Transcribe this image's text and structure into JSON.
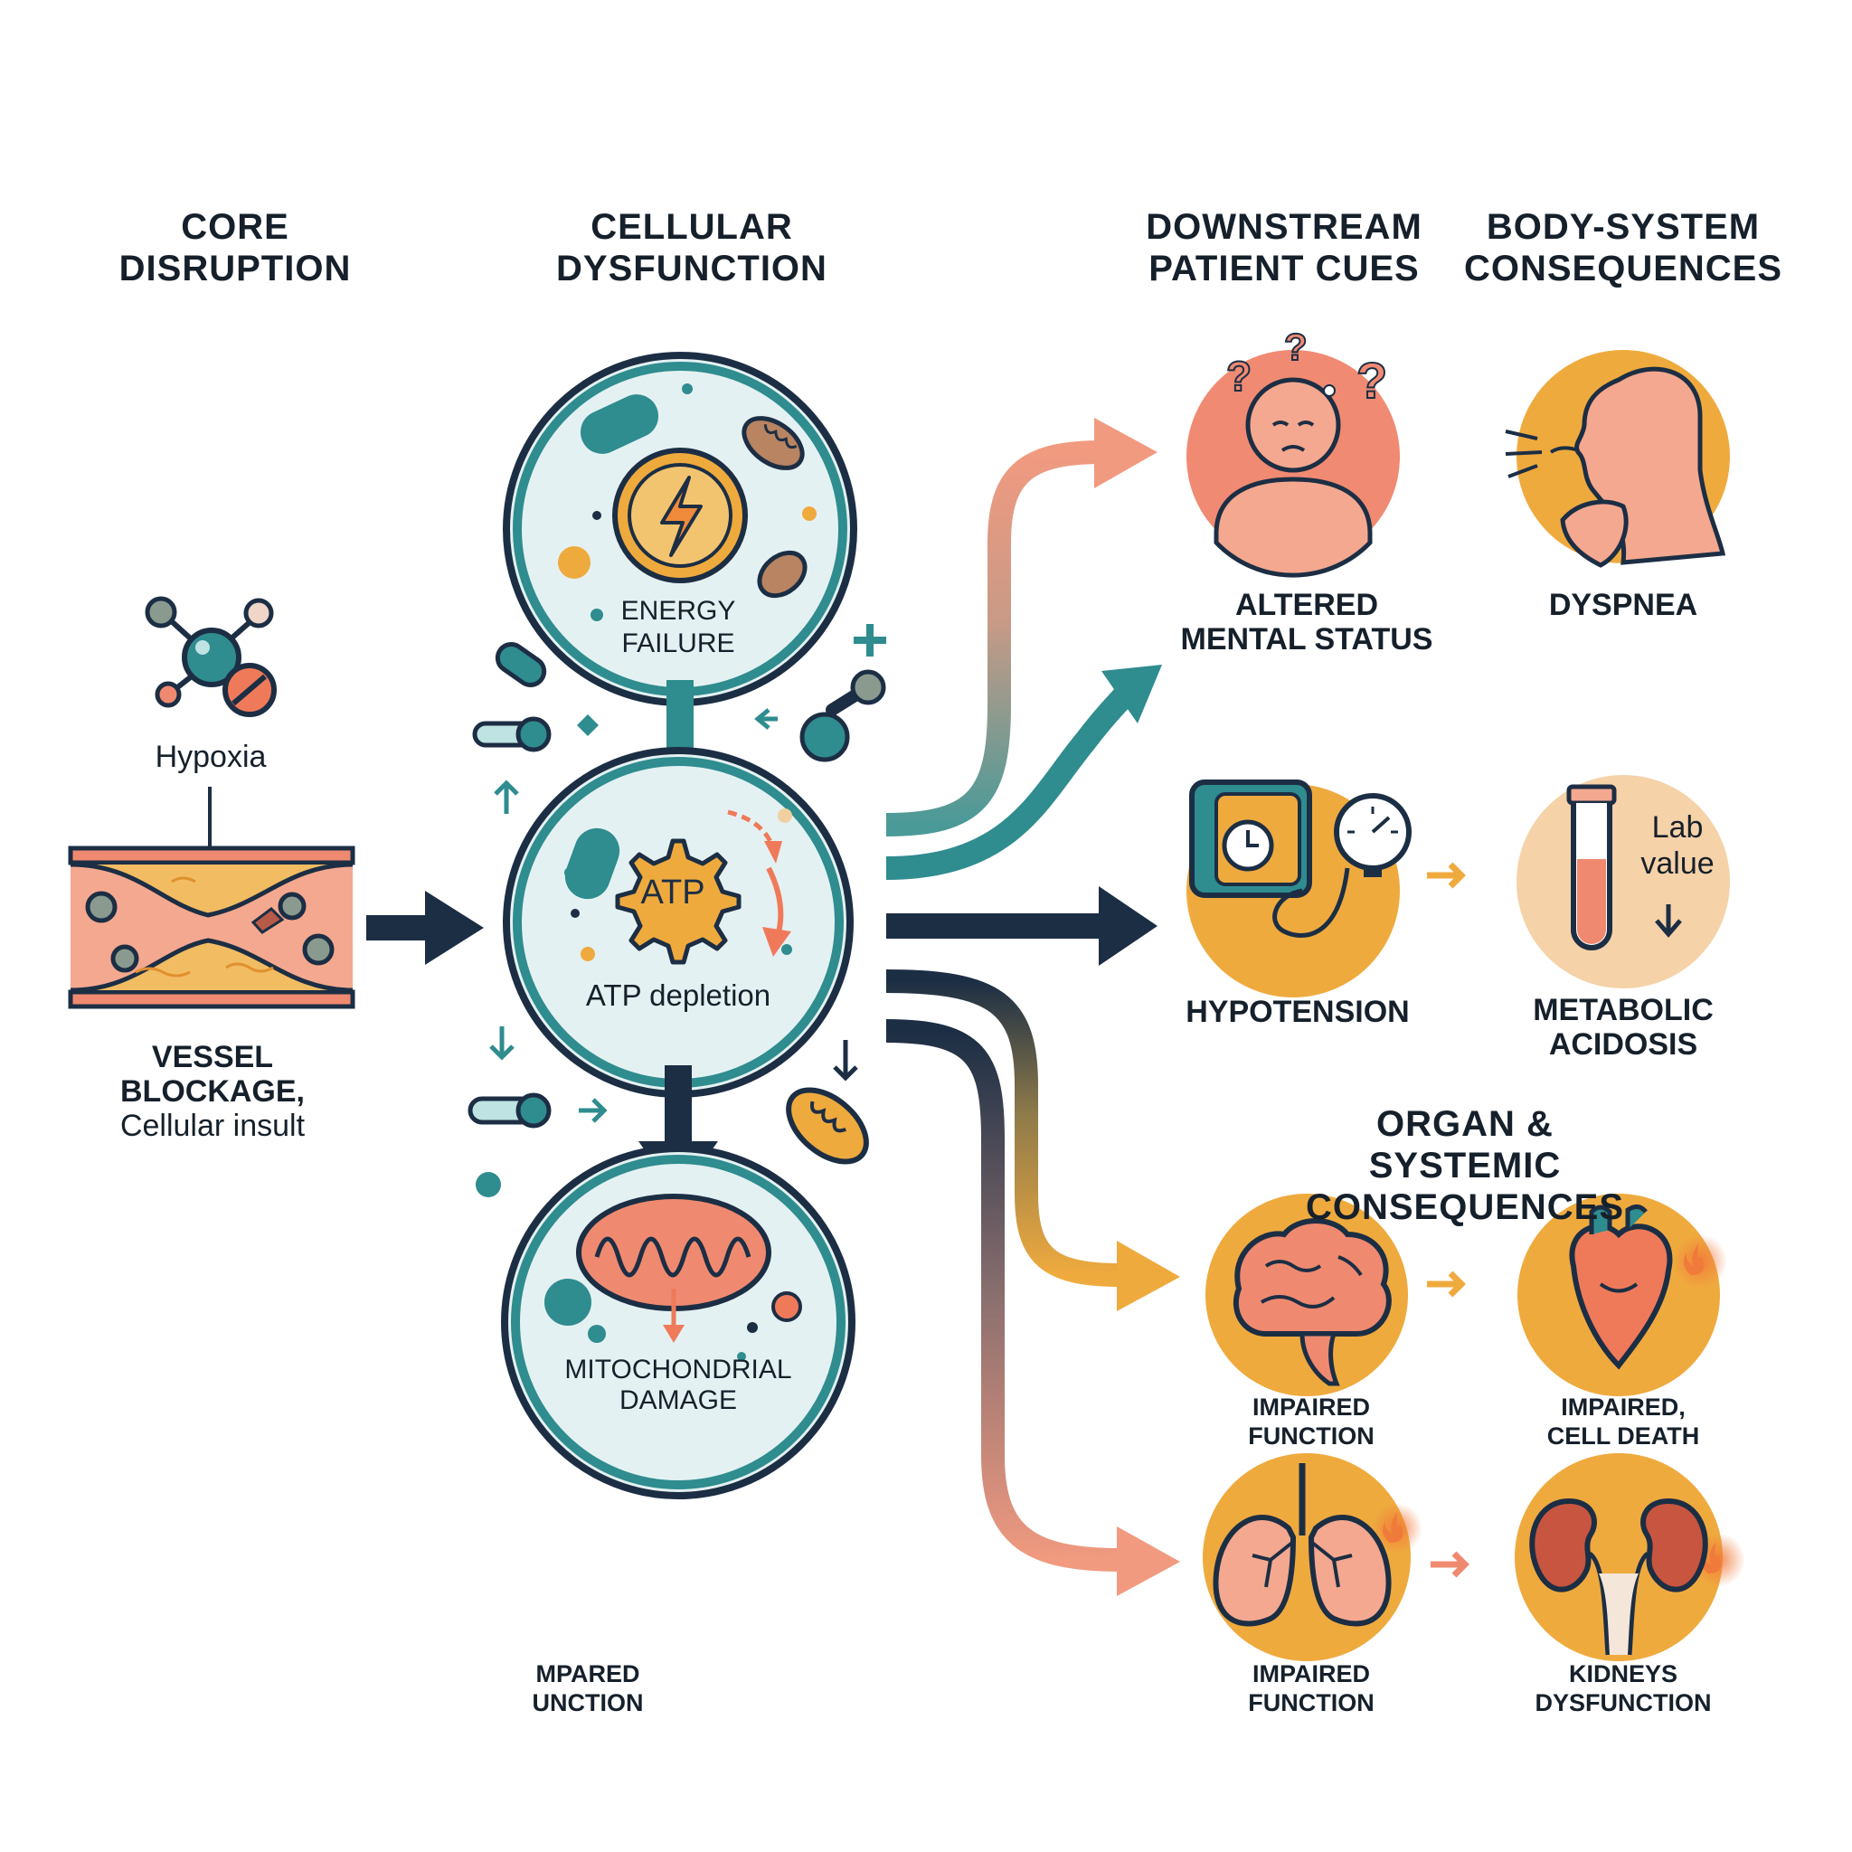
{
  "headings": {
    "core": [
      "CORE",
      "DISRUPTION"
    ],
    "cellular": [
      "CELLULAR",
      "DYSFUNCTION"
    ],
    "downstream": [
      "DOWNSTREAM",
      "PATIENT CUES"
    ],
    "body_system": [
      "BODY-SYSTEM",
      "CONSEQUENCES"
    ],
    "organ": [
      "ORGAN & SYSTEMIC",
      "CONSEQUENCES"
    ]
  },
  "core": {
    "hypoxia": "Hypoxia",
    "vessel": [
      "VESSEL",
      "BLOCKAGE,",
      "Cellular insult"
    ]
  },
  "cells": {
    "energy": [
      "ENERGY",
      "FAILURE"
    ],
    "atp_badge": "ATP",
    "atp": "ATP depletion",
    "mito": [
      "MITOCHONDRIAL",
      "DAMAGE"
    ]
  },
  "stray_label": [
    "MPARED",
    "UNCTION"
  ],
  "cues": {
    "ams": [
      "ALTERED",
      "MENTAL STATUS"
    ],
    "dyspnea": "DYSPNEA",
    "hypotension": "HYPOTENSION",
    "lab": [
      "Lab",
      "value"
    ],
    "acidosis": [
      "METABOLIC",
      "ACIDOSIS"
    ]
  },
  "organs": {
    "brain": [
      "IMPAIRED",
      "FUNCTION"
    ],
    "heart": [
      "IMPAIRED,",
      "CELL DEATH"
    ],
    "lungs": [
      "IMPAIRED",
      "FUNCTION"
    ],
    "kidneys": [
      "KIDNEYS",
      "DYSFUNCTION"
    ]
  },
  "colors": {
    "navy": "#1c2e44",
    "teal": "#2f8c8f",
    "salmon": "#ef9a82",
    "orange": "#efaa3e",
    "cell_fill": "#e4f1f2",
    "cell_ring": "#2c6f78"
  }
}
